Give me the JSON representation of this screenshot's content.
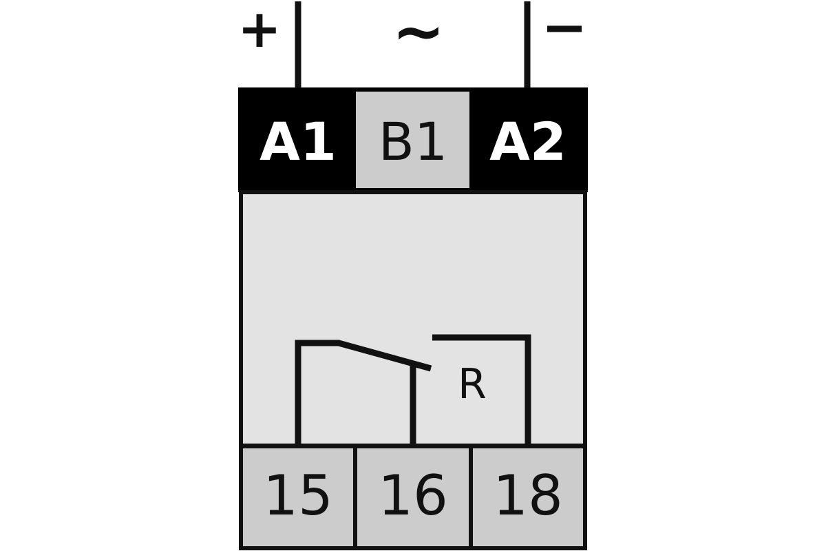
{
  "supply": {
    "positive": "+",
    "ac": "~",
    "negative": "−"
  },
  "top_terminals": [
    {
      "label": "A1",
      "fill": "#000000"
    },
    {
      "label": "B1",
      "fill": "#cccccc"
    },
    {
      "label": "A2",
      "fill": "#000000"
    }
  ],
  "relay": {
    "label": "R"
  },
  "bottom_terminals": [
    {
      "label": "15"
    },
    {
      "label": "16"
    },
    {
      "label": "18"
    }
  ],
  "colors": {
    "body": "#e3e3e3",
    "terminal_gray": "#cccccc",
    "line": "#111111",
    "dark_terminal": "#000000",
    "background": "#ffffff"
  }
}
